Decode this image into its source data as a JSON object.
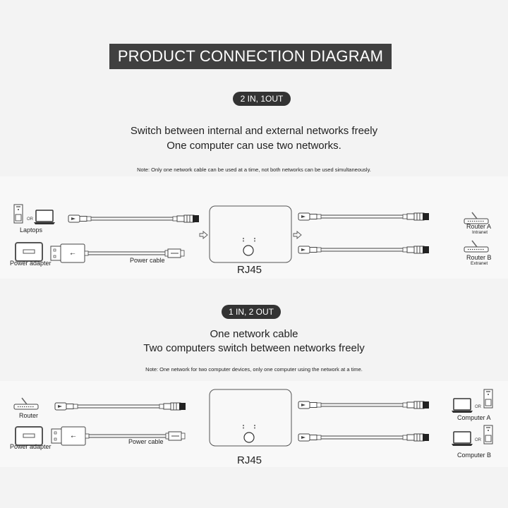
{
  "header": {
    "title": "PRODUCT CONNECTION DIAGRAM"
  },
  "section1": {
    "badge": "2 IN, 1OUT",
    "headline_line1": "Switch between internal and external networks freely",
    "headline_line2": "One computer can use two networks.",
    "note": "Note: Only one network cable can be used at a time, not both networks can be used simultaneously.",
    "left": {
      "device_label": "Laptops",
      "or_label": "OR",
      "power_adapter_label": "Power adapter",
      "power_cable_label": "Power cable"
    },
    "switch_label": "RJ45",
    "right": {
      "router_a": "Router A",
      "router_a_sub": "Intranet",
      "router_b": "Router B",
      "router_b_sub": "Extranet"
    }
  },
  "section2": {
    "badge": "1 IN, 2 OUT",
    "headline_line1": "One network cable",
    "headline_line2": "Two computers switch between networks freely",
    "note": "Note: One network for two computer devices, only one computer using the network at a time.",
    "left": {
      "router_label": "Router",
      "power_adapter_label": "Power adapter",
      "power_cable_label": "Power cable"
    },
    "switch_label": "RJ45",
    "right": {
      "computer_a": "Computer A",
      "computer_b": "Computer B",
      "or_label": "OR"
    }
  },
  "colors": {
    "background": "#f3f3f3",
    "title_bar": "#404040",
    "badge": "#333333",
    "line": "#444444"
  }
}
